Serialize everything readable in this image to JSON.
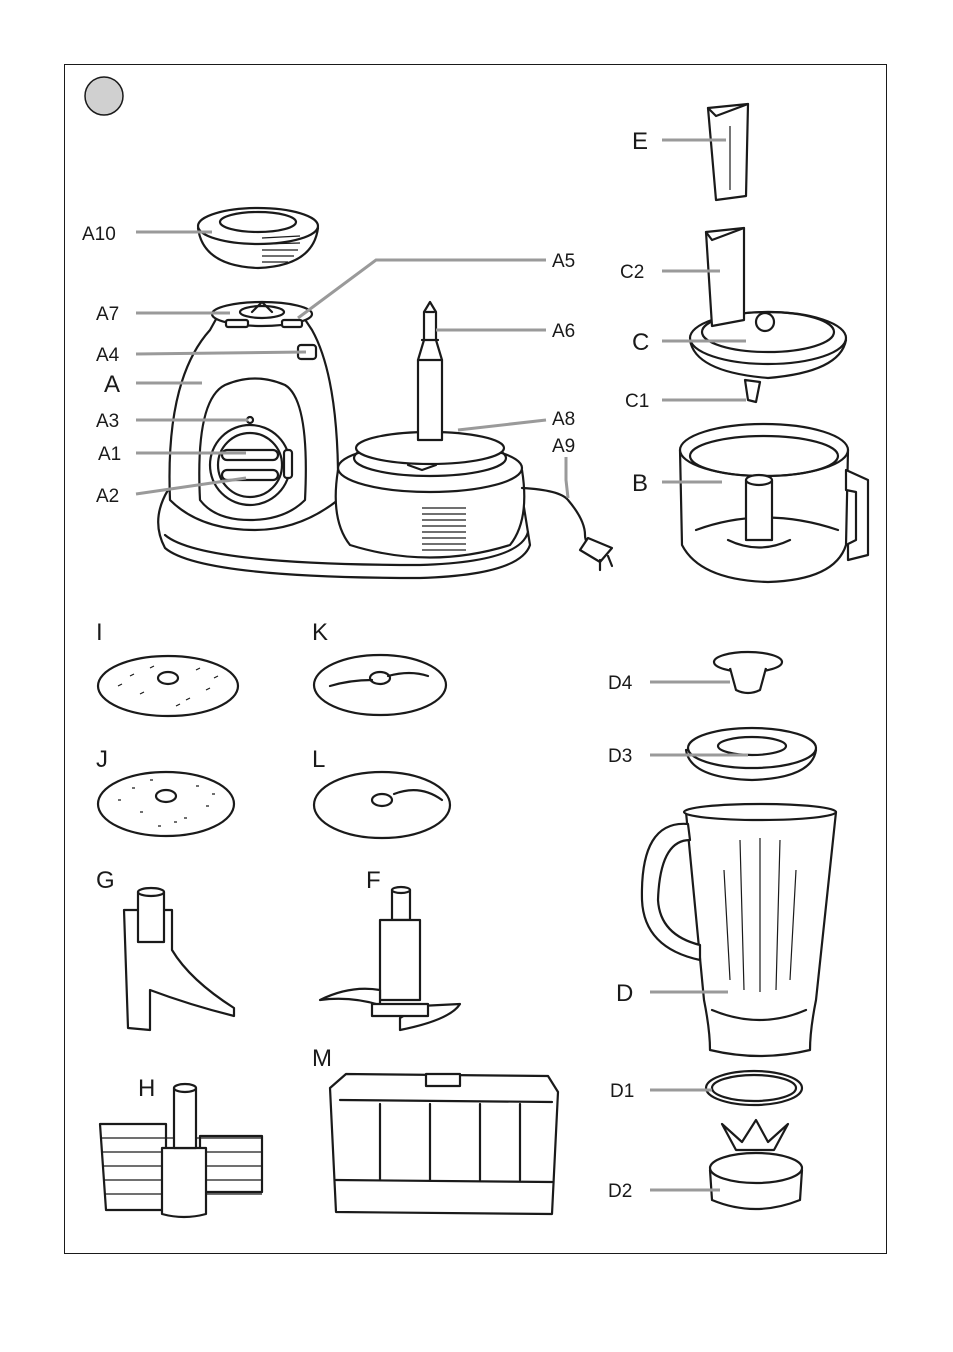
{
  "labels": {
    "A10": "A10",
    "A7": "A7",
    "A4": "A4",
    "A": "A",
    "A3": "A3",
    "A1": "A1",
    "A2": "A2",
    "A5": "A5",
    "A6": "A6",
    "A8": "A8",
    "A9": "A9",
    "E": "E",
    "C2": "C2",
    "C": "C",
    "C1": "C1",
    "B": "B",
    "I": "I",
    "K": "K",
    "J": "J",
    "L": "L",
    "G": "G",
    "F": "F",
    "H": "H",
    "M": "M",
    "D4": "D4",
    "D3": "D3",
    "D": "D",
    "D1": "D1",
    "D2": "D2"
  },
  "colors": {
    "ink": "#1a1a1a",
    "leader": "#9a9a9a",
    "marker": "#d0d0d0"
  }
}
